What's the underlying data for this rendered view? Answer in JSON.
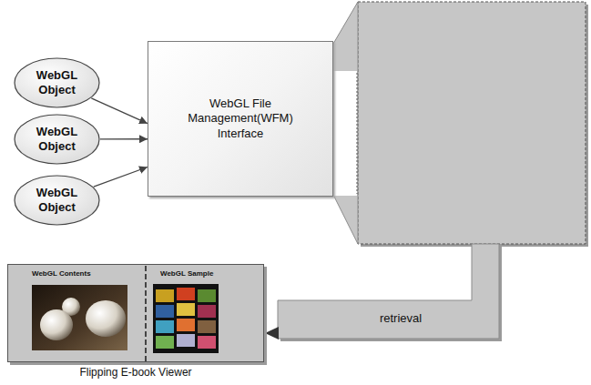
{
  "diagram": {
    "nodes": [
      {
        "text": [
          "WebGL Object"
        ]
      },
      {
        "text": [
          "WebGL Object"
        ]
      },
      {
        "text": [
          "WebGL Object"
        ]
      },
      {
        "text": [
          "WebGL File Management(WFM) Interface"
        ]
      },
      {
        "text": [
          "Flipping E-book Viewer"
        ]
      },
      {
        "text": [
          "WebGL Contents"
        ],
        "in": 4
      },
      {
        "text": [
          "WebGL Sample"
        ],
        "in": 4
      }
    ],
    "edges": [
      {
        "from": 0,
        "to": 3,
        "arrow": "to"
      },
      {
        "from": 1,
        "to": 3,
        "arrow": "to"
      },
      {
        "from": 2,
        "to": 3,
        "arrow": "to"
      }
    ],
    "labels": [
      "retrieval"
    ]
  }
}
